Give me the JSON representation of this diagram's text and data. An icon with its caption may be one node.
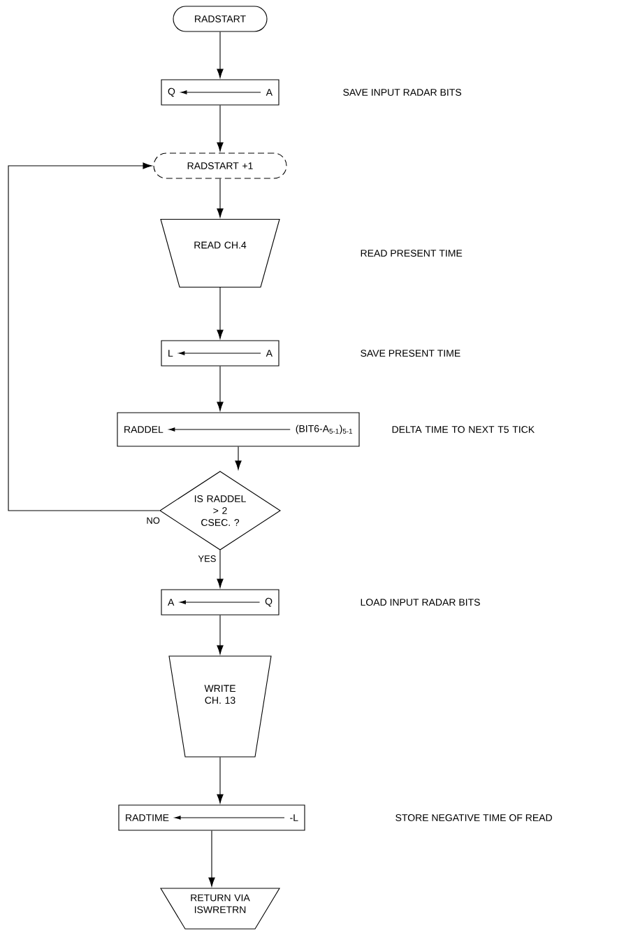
{
  "diagram": {
    "nodes": [
      {
        "text": [
          "RADSTART"
        ]
      },
      {
        "text": [
          "Q",
          "A"
        ]
      },
      {
        "text": [
          "RADSTART +1"
        ]
      },
      {
        "text": [
          "READ CH.4"
        ]
      },
      {
        "text": [
          "L",
          "A"
        ]
      },
      {
        "text": [
          "RADDEL",
          "(BIT6-A$_{5-1}$)$_{5-1}$"
        ],
        "beside": [
          "DELTA TIME TO NEXT T5 TICK"
        ]
      },
      {
        "text": [
          "IS RADDEL > 2 CSEC. ?"
        ]
      },
      {
        "text": [
          "A",
          "Q"
        ]
      },
      {
        "text": [
          "WRITE CH. 13"
        ]
      },
      {
        "text": [
          "RADTIME",
          "-L"
        ]
      },
      {
        "text": [
          "RETURN VIA ISWRETRN"
        ]
      }
    ],
    "edges": [
      {
        "from": 0,
        "to": 1,
        "arrow": "to"
      },
      {
        "from": 1,
        "to": 2,
        "arrow": "to"
      },
      {
        "from": 2,
        "to": 3,
        "arrow": "to"
      },
      {
        "from": 3,
        "to": 4,
        "arrow": "to"
      },
      {
        "from": 4,
        "to": 5,
        "arrow": "to"
      },
      {
        "from": 5,
        "to": 6,
        "arrow": "to"
      },
      {
        "from": 6,
        "to": 2,
        "arrow": "to",
        "label": "NO"
      },
      {
        "from": 6,
        "to": 7,
        "arrow": "to",
        "label": "YES"
      },
      {
        "from": 7,
        "to": 8,
        "arrow": "to"
      },
      {
        "from": 8,
        "to": 9,
        "arrow": "to"
      },
      {
        "from": 9,
        "to": 10,
        "arrow": "to"
      }
    ],
    "labels": [
      "SAVE INPUT RADAR BITS",
      "READ PRESENT TIME",
      "SAVE PRESENT TIME",
      "LOAD INPUT RADAR BITS",
      "STORE NEGATIVE TIME OF READ"
    ]
  }
}
